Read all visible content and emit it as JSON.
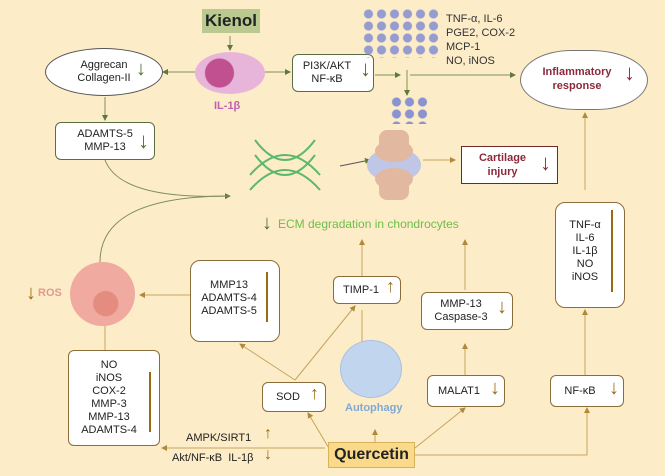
{
  "kienol": "Kienol",
  "il1b_label": "IL-1β",
  "aggrecan_box": [
    "Aggrecan",
    "Collagen-II"
  ],
  "adamts_box": [
    "ADAMTS-5",
    "MMP-13"
  ],
  "pi3k_box": [
    "PI3K/AKT",
    "NF-κB"
  ],
  "cytokines": [
    "TNF-α, IL-6",
    "PGE2, COX-2",
    "MCP-1",
    "NO, iNOS"
  ],
  "inflammatory": [
    "Inflammatory",
    "response"
  ],
  "cartilage": [
    "Cartilage",
    "injury"
  ],
  "ecm_label": "ECM degradation in chondrocytes",
  "ros_label": "ROS",
  "mmp13_box": [
    "MMP13",
    "ADAMTS-4",
    "ADAMTS-5"
  ],
  "timp_box": "TIMP-1",
  "mmp_caspase_box": [
    "MMP-13",
    "Caspase-3"
  ],
  "tnf_box": [
    "TNF-α",
    "IL-6",
    "IL-1β",
    "NO",
    "iNOS"
  ],
  "no_box": [
    "NO",
    "iNOS",
    "COX-2",
    "MMP-3",
    "MMP-13",
    "ADAMTS-4"
  ],
  "sod_box": "SOD",
  "autophagy_label": "Autophagy",
  "malat_box": "MALAT1",
  "nfkb_box": "NF-κB",
  "ampk_label": "AMPK/SIRT1",
  "akt_label": "Akt/NF-κB  IL-1β",
  "quercetin": "Quercetin",
  "colors": {
    "background": "#fdecc8",
    "kienol_green": "#b9c98f",
    "quercetin_yellow": "#fbd98a",
    "green_arrow": "#4e6e2e",
    "brown_arrow": "#9a6a12",
    "maroon": "#8b2a3a",
    "ecm_green": "#6cbf4a",
    "autophagy_blue": "#7fa9d6",
    "il1b_purple": "#c05fb0",
    "ros_pink": "#e09a8f"
  }
}
